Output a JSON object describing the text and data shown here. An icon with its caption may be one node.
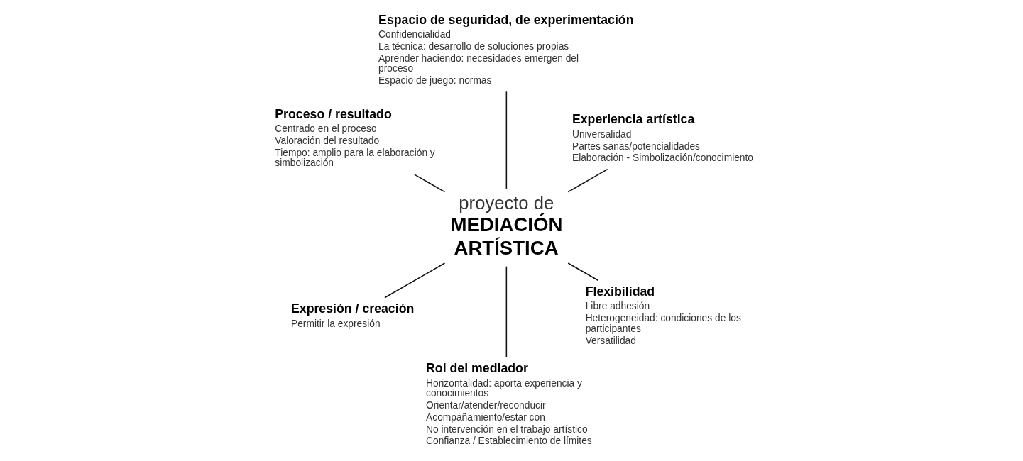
{
  "diagram": {
    "nodes": [
      {
        "text": [
          "Experiencia artística",
          "Universalidad",
          "Partes sanas/potencialidades",
          "Elaboración - Simbolización/conocimiento"
        ]
      },
      {
        "text": [
          "Espacio de seguridad, de experimentación",
          "Confidencialidad",
          "La técnica: desarrollo de soluciones propias",
          "Aprender haciendo: necesidades emergen del proceso",
          "Espacio de juego: normas"
        ]
      },
      {
        "text": [
          "Proceso / resultado",
          "Centrado en el proceso",
          "Valoración del resultado",
          "Tiempo: amplio para la elaboración y simbolización"
        ]
      },
      {
        "text": [
          "proyecto de",
          "MEDIACIÓN ARTÍSTICA"
        ]
      },
      {
        "text": [
          "Expresión / creación",
          "Permitir la expresión"
        ]
      },
      {
        "text": [
          "Rol del mediador",
          "Horizontalidad: aporta experiencia y conocimientos",
          "Orientar/atender/reconducir",
          "Acompañamiento/estar con",
          "No intervención en el trabajo artístico",
          "Confianza / Establecimiento de límites"
        ]
      },
      {
        "text": [
          "Flexibilidad",
          "Libre adhesión",
          "Heterogeneidad: condiciones de los participantes",
          "Versatilidad"
        ]
      }
    ],
    "edges": [
      {
        "from": 3,
        "to": 0,
        "arrow": "none"
      },
      {
        "from": 3,
        "to": 1,
        "arrow": "none"
      },
      {
        "from": 3,
        "to": 2,
        "arrow": "none"
      },
      {
        "from": 3,
        "to": 4,
        "arrow": "none"
      },
      {
        "from": 3,
        "to": 5,
        "arrow": "none"
      },
      {
        "from": 3,
        "to": 6,
        "arrow": "none"
      }
    ]
  }
}
